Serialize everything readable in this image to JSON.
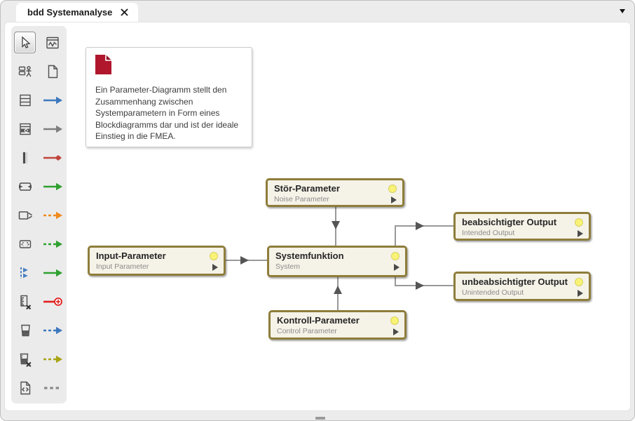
{
  "tab": {
    "label": "bdd Systemanalyse",
    "close_icon": "x-icon",
    "dropdown_icon": "chevron-down-icon"
  },
  "note": {
    "icon": "red-document-icon",
    "icon_color": "#B0172D",
    "text": "Ein Parameter-Diagramm stellt den Zusammenhang zwischen Systemparametern in Form eines Blockdiagramms dar und ist der ideale Einstieg in die FMEA."
  },
  "toolbar": {
    "selected_tool": "select-pointer",
    "tools": [
      "select-pointer",
      "parametric-diagram",
      "block-actor",
      "blank-page",
      "block-compartments",
      "arrow-solid-blue",
      "block-reference",
      "arrow-solid-gray",
      "partition-bar",
      "arrow-diamond-red",
      "port-block",
      "arrow-solid-green",
      "block-cut",
      "arrow-dashed-orange",
      "block-dashed",
      "arrow-dashed-green",
      "apply-pattern-blue",
      "arrow-solid-green-2",
      "ruler-delete",
      "arrow-circleplus-red",
      "beaker",
      "arrow-dashed-blue",
      "beaker-delete",
      "arrow-dashed-olive",
      "code-page",
      "dashed-line-gray"
    ],
    "arrow_colors": {
      "blue": "#3D78BE",
      "gray": "#7F7F7F",
      "red": "#C0443C",
      "green": "#2FA12F",
      "orange": "#EF8A1E",
      "bright_red": "#E01F1F",
      "olive": "#A8A416",
      "dash_gray": "#8A8A8A"
    }
  },
  "diagram": {
    "blocks": [
      {
        "title": "Stör-Parameter",
        "subtitle": "Noise Parameter"
      },
      {
        "title": "Input-Parameter",
        "subtitle": "Input Parameter"
      },
      {
        "title": "Systemfunktion",
        "subtitle": "System"
      },
      {
        "title": "Kontroll-Parameter",
        "subtitle": "Control Parameter"
      },
      {
        "title": "beabsichtigter Output",
        "subtitle": "Intended Output"
      },
      {
        "title": "unbeabsichtigter Output",
        "subtitle": "Unintended Output"
      }
    ],
    "connections": [
      {
        "from": "Input-Parameter",
        "to": "Systemfunktion"
      },
      {
        "from": "Stör-Parameter",
        "to": "Systemfunktion"
      },
      {
        "from": "Kontroll-Parameter",
        "to": "Systemfunktion"
      },
      {
        "from": "Systemfunktion",
        "to": "beabsichtigter Output"
      },
      {
        "from": "Systemfunktion",
        "to": "unbeabsichtigter Output"
      }
    ],
    "colors": {
      "block_border": "#8E7D3B",
      "block_fill": "#F5F2E7",
      "status_dot": "#F8F276",
      "connector": "#999999",
      "arrowhead": "#555555"
    }
  }
}
